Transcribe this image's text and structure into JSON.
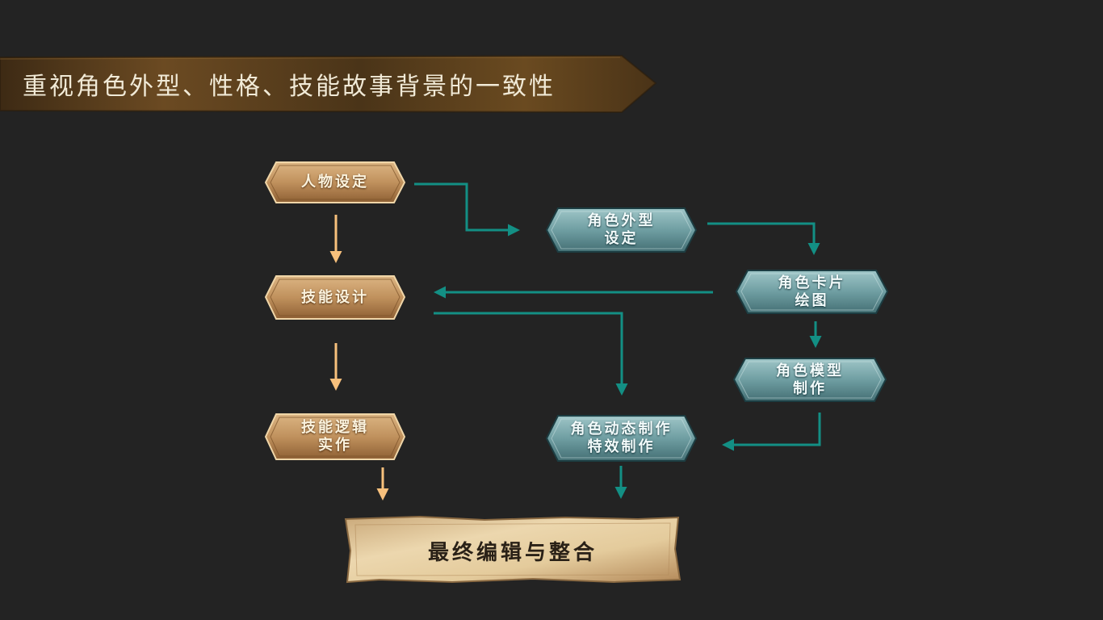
{
  "header": {
    "title": "重视角色外型、性格、技能故事背景的一致性"
  },
  "flow": {
    "nodes": {
      "character_setting": [
        "人物设定"
      ],
      "appearance_setting": [
        "角色外型",
        "设定"
      ],
      "skill_design": [
        "技能设计"
      ],
      "card_illustration": [
        "角色卡片",
        "绘图"
      ],
      "model_production": [
        "角色模型",
        "制作"
      ],
      "skill_logic": [
        "技能逻辑",
        "实作"
      ],
      "animation_effects": [
        "角色动态制作",
        "特效制作"
      ],
      "final_integration": "最终编辑与整合"
    },
    "colors": {
      "gold_arrow": "#f7c07c",
      "teal_arrow": "#138f84"
    }
  }
}
